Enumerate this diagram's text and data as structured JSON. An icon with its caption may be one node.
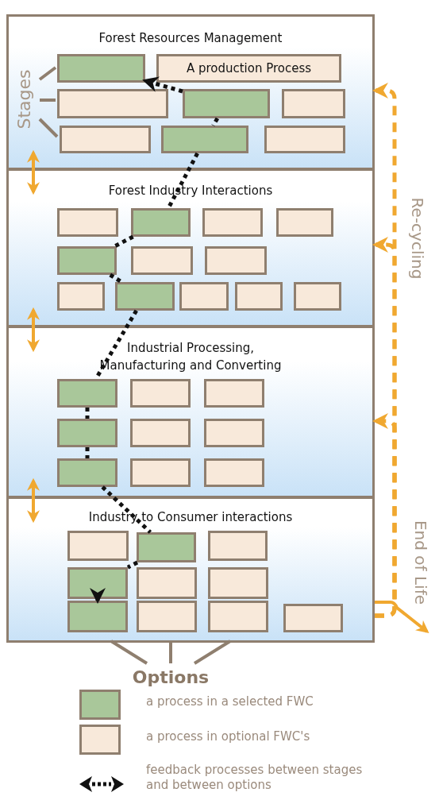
{
  "diagram": {
    "nodes": [
      {
        "text": [
          "Forest Resources Management"
        ]
      },
      {
        "text": [],
        "shape": "box",
        "in": 0
      },
      {
        "text": [
          "A production Process"
        ],
        "in": 0
      },
      {
        "text": [],
        "shape": "box",
        "in": 0
      },
      {
        "text": [],
        "shape": "box",
        "in": 0
      },
      {
        "text": [],
        "shape": "box",
        "in": 0
      },
      {
        "text": [],
        "shape": "box",
        "in": 0
      },
      {
        "text": [],
        "shape": "box",
        "in": 0
      },
      {
        "text": [],
        "shape": "box",
        "in": 0
      },
      {
        "text": [
          "Forest Industry Interactions"
        ]
      },
      {
        "text": [],
        "shape": "box",
        "in": 9
      },
      {
        "text": [],
        "shape": "box",
        "in": 9
      },
      {
        "text": [],
        "shape": "box",
        "in": 9
      },
      {
        "text": [],
        "shape": "box",
        "in": 9
      },
      {
        "text": [],
        "shape": "box",
        "in": 9
      },
      {
        "text": [],
        "shape": "box",
        "in": 9
      },
      {
        "text": [],
        "shape": "box",
        "in": 9
      },
      {
        "text": [],
        "shape": "box",
        "in": 9
      },
      {
        "text": [],
        "shape": "box",
        "in": 9
      },
      {
        "text": [],
        "shape": "box",
        "in": 9
      },
      {
        "text": [],
        "shape": "box",
        "in": 9
      },
      {
        "text": [],
        "shape": "box",
        "in": 9
      },
      {
        "text": [
          "Industrial Processing, Manufacturing and Converting"
        ]
      },
      {
        "text": [],
        "shape": "box",
        "in": 22
      },
      {
        "text": [],
        "shape": "box",
        "in": 22
      },
      {
        "text": [],
        "shape": "box",
        "in": 22
      },
      {
        "text": [],
        "shape": "box",
        "in": 22
      },
      {
        "text": [],
        "shape": "box",
        "in": 22
      },
      {
        "text": [],
        "shape": "box",
        "in": 22
      },
      {
        "text": [],
        "shape": "box",
        "in": 22
      },
      {
        "text": [],
        "shape": "box",
        "in": 22
      },
      {
        "text": [],
        "shape": "box",
        "in": 22
      },
      {
        "text": [
          "Industry to Consumer interactions"
        ]
      },
      {
        "text": [],
        "shape": "box",
        "in": 32
      },
      {
        "text": [],
        "shape": "box",
        "in": 32
      },
      {
        "text": [],
        "shape": "box",
        "in": 32
      },
      {
        "text": [],
        "shape": "box",
        "in": 32
      },
      {
        "text": [],
        "shape": "box",
        "in": 32
      },
      {
        "text": [],
        "shape": "box",
        "in": 32
      },
      {
        "text": [],
        "shape": "box",
        "in": 32
      },
      {
        "text": [],
        "shape": "box",
        "in": 32
      },
      {
        "text": [],
        "shape": "box",
        "in": 32
      },
      {
        "text": [],
        "shape": "box",
        "in": 32
      }
    ],
    "edges": [
      {
        "from": 4,
        "to": 1,
        "arrow": "to",
        "style": "dashed"
      },
      {
        "from": 4,
        "to": 7,
        "arrow": "none",
        "style": "dashed"
      },
      {
        "from": 7,
        "to": 11,
        "arrow": "none",
        "style": "dashed"
      },
      {
        "from": 11,
        "to": 14,
        "arrow": "none",
        "style": "dashed"
      },
      {
        "from": 14,
        "to": 18,
        "arrow": "none",
        "style": "dashed"
      },
      {
        "from": 18,
        "to": 23,
        "arrow": "none",
        "style": "dashed"
      },
      {
        "from": 23,
        "to": 26,
        "arrow": "none",
        "style": "dashed"
      },
      {
        "from": 26,
        "to": 29,
        "arrow": "none",
        "style": "dashed"
      },
      {
        "from": 29,
        "to": 34,
        "arrow": "none",
        "style": "dashed"
      },
      {
        "from": 34,
        "to": 36,
        "arrow": "none",
        "style": "dashed"
      },
      {
        "from": 36,
        "to": 39,
        "arrow": "to",
        "style": "dashed"
      },
      {
        "from": 0,
        "to": 9,
        "arrow": "both",
        "color": "#f0a830"
      },
      {
        "from": 9,
        "to": 22,
        "arrow": "both",
        "color": "#f0a830"
      },
      {
        "from": 22,
        "to": 32,
        "arrow": "both",
        "color": "#f0a830"
      },
      {
        "from": 32,
        "to": 0,
        "arrow": "to",
        "style": "dashed",
        "color": "#f0a830"
      },
      {
        "from": 32,
        "to": 9,
        "arrow": "to",
        "style": "dashed",
        "color": "#f0a830"
      },
      {
        "from": 32,
        "to": 22,
        "arrow": "to",
        "style": "dashed",
        "color": "#f0a830"
      },
      {
        "from": 32,
        "to": null,
        "arrow": "to",
        "color": "#f0a830"
      }
    ],
    "labels": [
      "Stages",
      "Re-cycling",
      "End of Life",
      "Options"
    ],
    "legend": [
      {
        "text": "a process in a selected FWC",
        "color": "#a9c79a"
      },
      {
        "text": "a process in optional FWC's",
        "color": "#f8e9da"
      },
      {
        "text": "feedback processes between stages and between options"
      }
    ]
  }
}
